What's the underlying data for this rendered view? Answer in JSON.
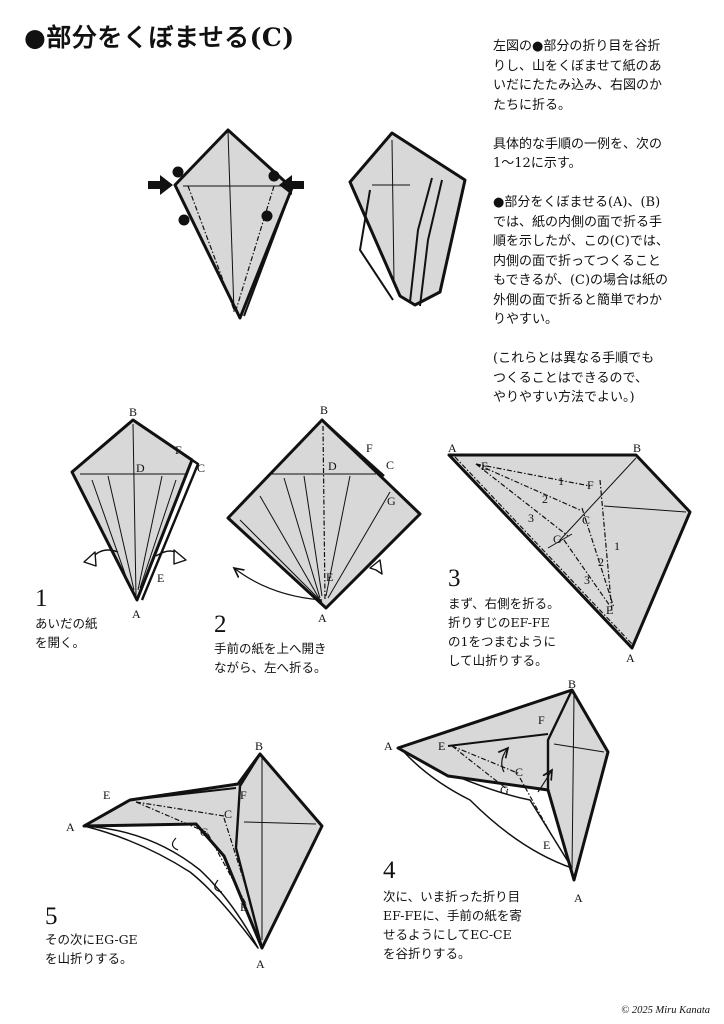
{
  "title": "●部分をくぼませる(C)",
  "intro": [
    "左図の●部分の折り目を谷折",
    "りし、山をくぼませて紙のあ",
    "いだにたたみ込み、右図のか",
    "たちに折る。",
    "",
    "具体的な手順の一例を、次の",
    "1〜12に示す。",
    "",
    "●部分をくぼませる(A)、(B)",
    "では、紙の内側の面で折る手",
    "順を示したが、この(C)では、",
    "内側の面で折ってつくること",
    "もできるが、(C)の場合は紙の",
    "外側の面で折ると簡単でわか",
    "りやすい。",
    "",
    "(これらとは異なる手順でも",
    "つくることはできるので、",
    "やりやすい方法でよい。)"
  ],
  "steps": [
    {
      "number": "1",
      "caption": [
        "あいだの紙",
        "を開く。"
      ]
    },
    {
      "number": "2",
      "caption": [
        "手前の紙を上へ開き",
        "ながら、左へ折る。"
      ]
    },
    {
      "number": "3",
      "caption": [
        "まず、右側を折る。",
        "折りすじのEF-FE",
        "の1をつまむように",
        "して山折りする。"
      ]
    },
    {
      "number": "4",
      "caption": [
        "次に、いま折った折り目",
        "EF-FEに、手前の紙を寄",
        "せるようにしてEC-CE",
        "を谷折りする。"
      ]
    },
    {
      "number": "5",
      "caption": [
        "その次にEG-GE",
        "を山折りする。"
      ]
    }
  ],
  "labels": {
    "a": "A",
    "b": "B",
    "c": "C",
    "d": "D",
    "e": "E",
    "f": "F",
    "g": "G",
    "n1": "1",
    "n2": "2",
    "n3": "3"
  },
  "copyright": "© 2025 Miru Kanata",
  "colors": {
    "paper": "#d8d8d8",
    "ink": "#111111",
    "background": "#ffffff"
  }
}
